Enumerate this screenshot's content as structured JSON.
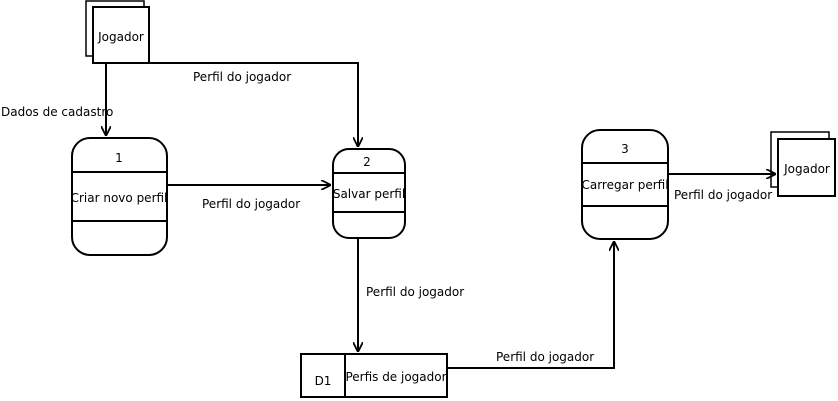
{
  "externals": {
    "player_top": {
      "label": "Jogador"
    },
    "player_right": {
      "label": "Jogador"
    }
  },
  "processes": [
    {
      "number": "1",
      "label": "Criar novo perfil"
    },
    {
      "number": "2",
      "label": "Salvar perfil"
    },
    {
      "number": "3",
      "label": "Carregar perfil"
    }
  ],
  "datastore": {
    "id": "D1",
    "label": "Perfis de jogador"
  },
  "flows": {
    "registration_data": "Dados de cadastro",
    "player_to_save": "Perfil do jogador",
    "create_to_save": "Perfil do jogador",
    "save_to_store": "Perfil do jogador",
    "store_to_load": "Perfil do jogador",
    "load_to_player": "Perfil do jogador"
  },
  "colors": {
    "stroke": "#000000",
    "fill": "#ffffff"
  }
}
